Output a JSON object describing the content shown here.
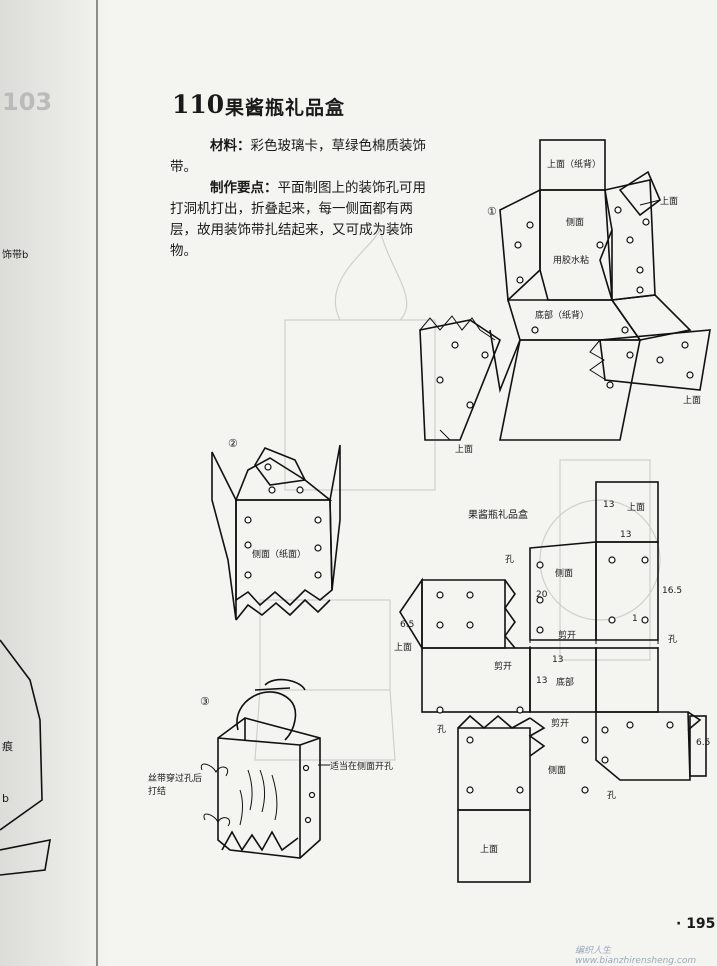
{
  "page": {
    "number": "110",
    "title": "果酱瓶礼品盒",
    "materials_label": "材料：",
    "materials_text": "彩色玻璃卡，草绿色棉质装饰带。",
    "points_label": "制作要点：",
    "points_text": "平面制图上的装饰孔可用打洞机打出，折叠起来，每一侧面都有两层，故用装饰带扎结起来，又可成为装饰物。",
    "page_number": "· 195",
    "watermark": "编织人生 www.bianzhirensheng.com"
  },
  "left_page": {
    "fragment_1": "103",
    "fragment_2": "饰带b",
    "fragment_3": "痕",
    "fragment_4": "b"
  },
  "figure1": {
    "marker": "①",
    "top_label": "上面（纸背）",
    "side_label": "侧面",
    "glue_label": "用胶水粘",
    "bottom_label": "底部（纸背）",
    "up_1": "上面",
    "up_2": "上面",
    "up_3": "上面"
  },
  "figure2": {
    "marker": "②",
    "side_label": "侧面（纸面）"
  },
  "figure3": {
    "marker": "③",
    "note_left": "丝带穿过孔后打结",
    "note_right": "适当在侧面开孔"
  },
  "figure4": {
    "title": "果酱瓶礼品盒",
    "top_1": "上面",
    "top_2": "上面",
    "top_3": "上面",
    "side_1": "侧面",
    "side_2": "侧面",
    "bottom": "底部",
    "hole_1": "孔",
    "hole_2": "孔",
    "hole_3": "孔",
    "hole_4": "孔",
    "cut_1": "剪开",
    "cut_2": "剪开",
    "cut_3": "剪开",
    "dim_13a": "13",
    "dim_13b": "13",
    "dim_13c": "13",
    "dim_13d": "13",
    "dim_20": "20",
    "dim_165": "16.5",
    "dim_1": "1",
    "dim_65a": "6.5",
    "dim_65b": "6.5"
  }
}
